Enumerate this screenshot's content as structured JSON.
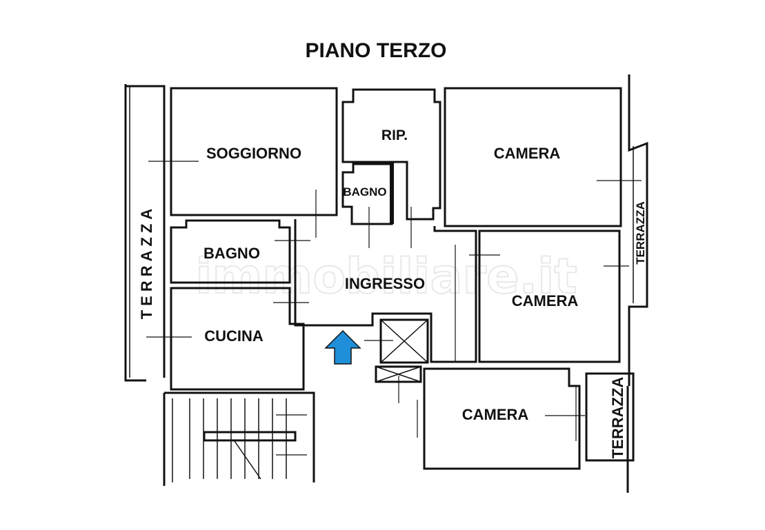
{
  "title": "PIANO TERZO",
  "rooms": {
    "soggiorno": "SOGGIORNO",
    "rip": "RIP.",
    "bagno_small": "BAGNO",
    "camera_top": "CAMERA",
    "bagno": "BAGNO",
    "ingresso": "INGRESSO",
    "camera_mid": "CAMERA",
    "cucina": "CUCINA",
    "camera_bottom": "CAMERA",
    "terrazza_left": "TERRAZZA",
    "terrazza_right": "TERRAZZA",
    "terrazza_bottom": "TERRAZZA"
  },
  "watermark": "immobiliare.it",
  "colors": {
    "entrance_arrow": "#1e8fd8",
    "walls": "#111111"
  },
  "icons": {
    "entrance": "entrance-arrow-icon",
    "elevator": "elevator-shaft-icon"
  }
}
